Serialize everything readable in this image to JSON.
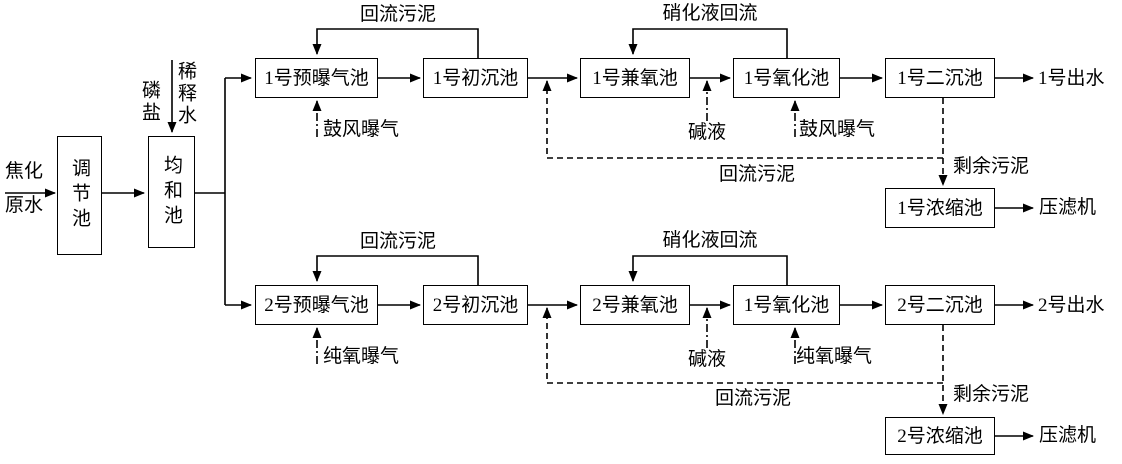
{
  "diagram": {
    "influent": {
      "line1": "焦化",
      "line2": "原水"
    },
    "pretreatment": {
      "regulating_tank": "调节池",
      "equalization_tank": "均和池",
      "phosphate": "磷盐",
      "dilution_water": "稀释水"
    },
    "train1": {
      "pre_aeration_tank": "1号预曝气池",
      "primary_clarifier": "1号初沉池",
      "facultative_tank": "1号兼氧池",
      "oxidation_tank": "1号氧化池",
      "secondary_clarifier": "1号二沉池",
      "effluent": "1号出水",
      "return_sludge_top": "回流污泥",
      "nitrification_recycle": "硝化液回流",
      "pre_aeration_input": "鼓风曝气",
      "alkali_input": "碱液",
      "oxidation_aeration_input": "鼓风曝气",
      "return_sludge_bottom": "回流污泥",
      "excess_sludge": "剩余污泥",
      "thickener": "1号浓缩池",
      "filter_press": "压滤机"
    },
    "train2": {
      "pre_aeration_tank": "2号预曝气池",
      "primary_clarifier": "2号初沉池",
      "facultative_tank": "2号兼氧池",
      "oxidation_tank": "1号氧化池",
      "secondary_clarifier": "2号二沉池",
      "effluent": "2号出水",
      "return_sludge_top": "回流污泥",
      "nitrification_recycle": "硝化液回流",
      "pre_aeration_input": "纯氧曝气",
      "alkali_input": "碱液",
      "oxidation_aeration_input": "纯氧曝气",
      "return_sludge_bottom": "回流污泥",
      "excess_sludge": "剩余污泥",
      "thickener": "2号浓缩池",
      "filter_press": "压滤机"
    },
    "colors": {
      "line": "#000000",
      "background": "#ffffff"
    }
  }
}
